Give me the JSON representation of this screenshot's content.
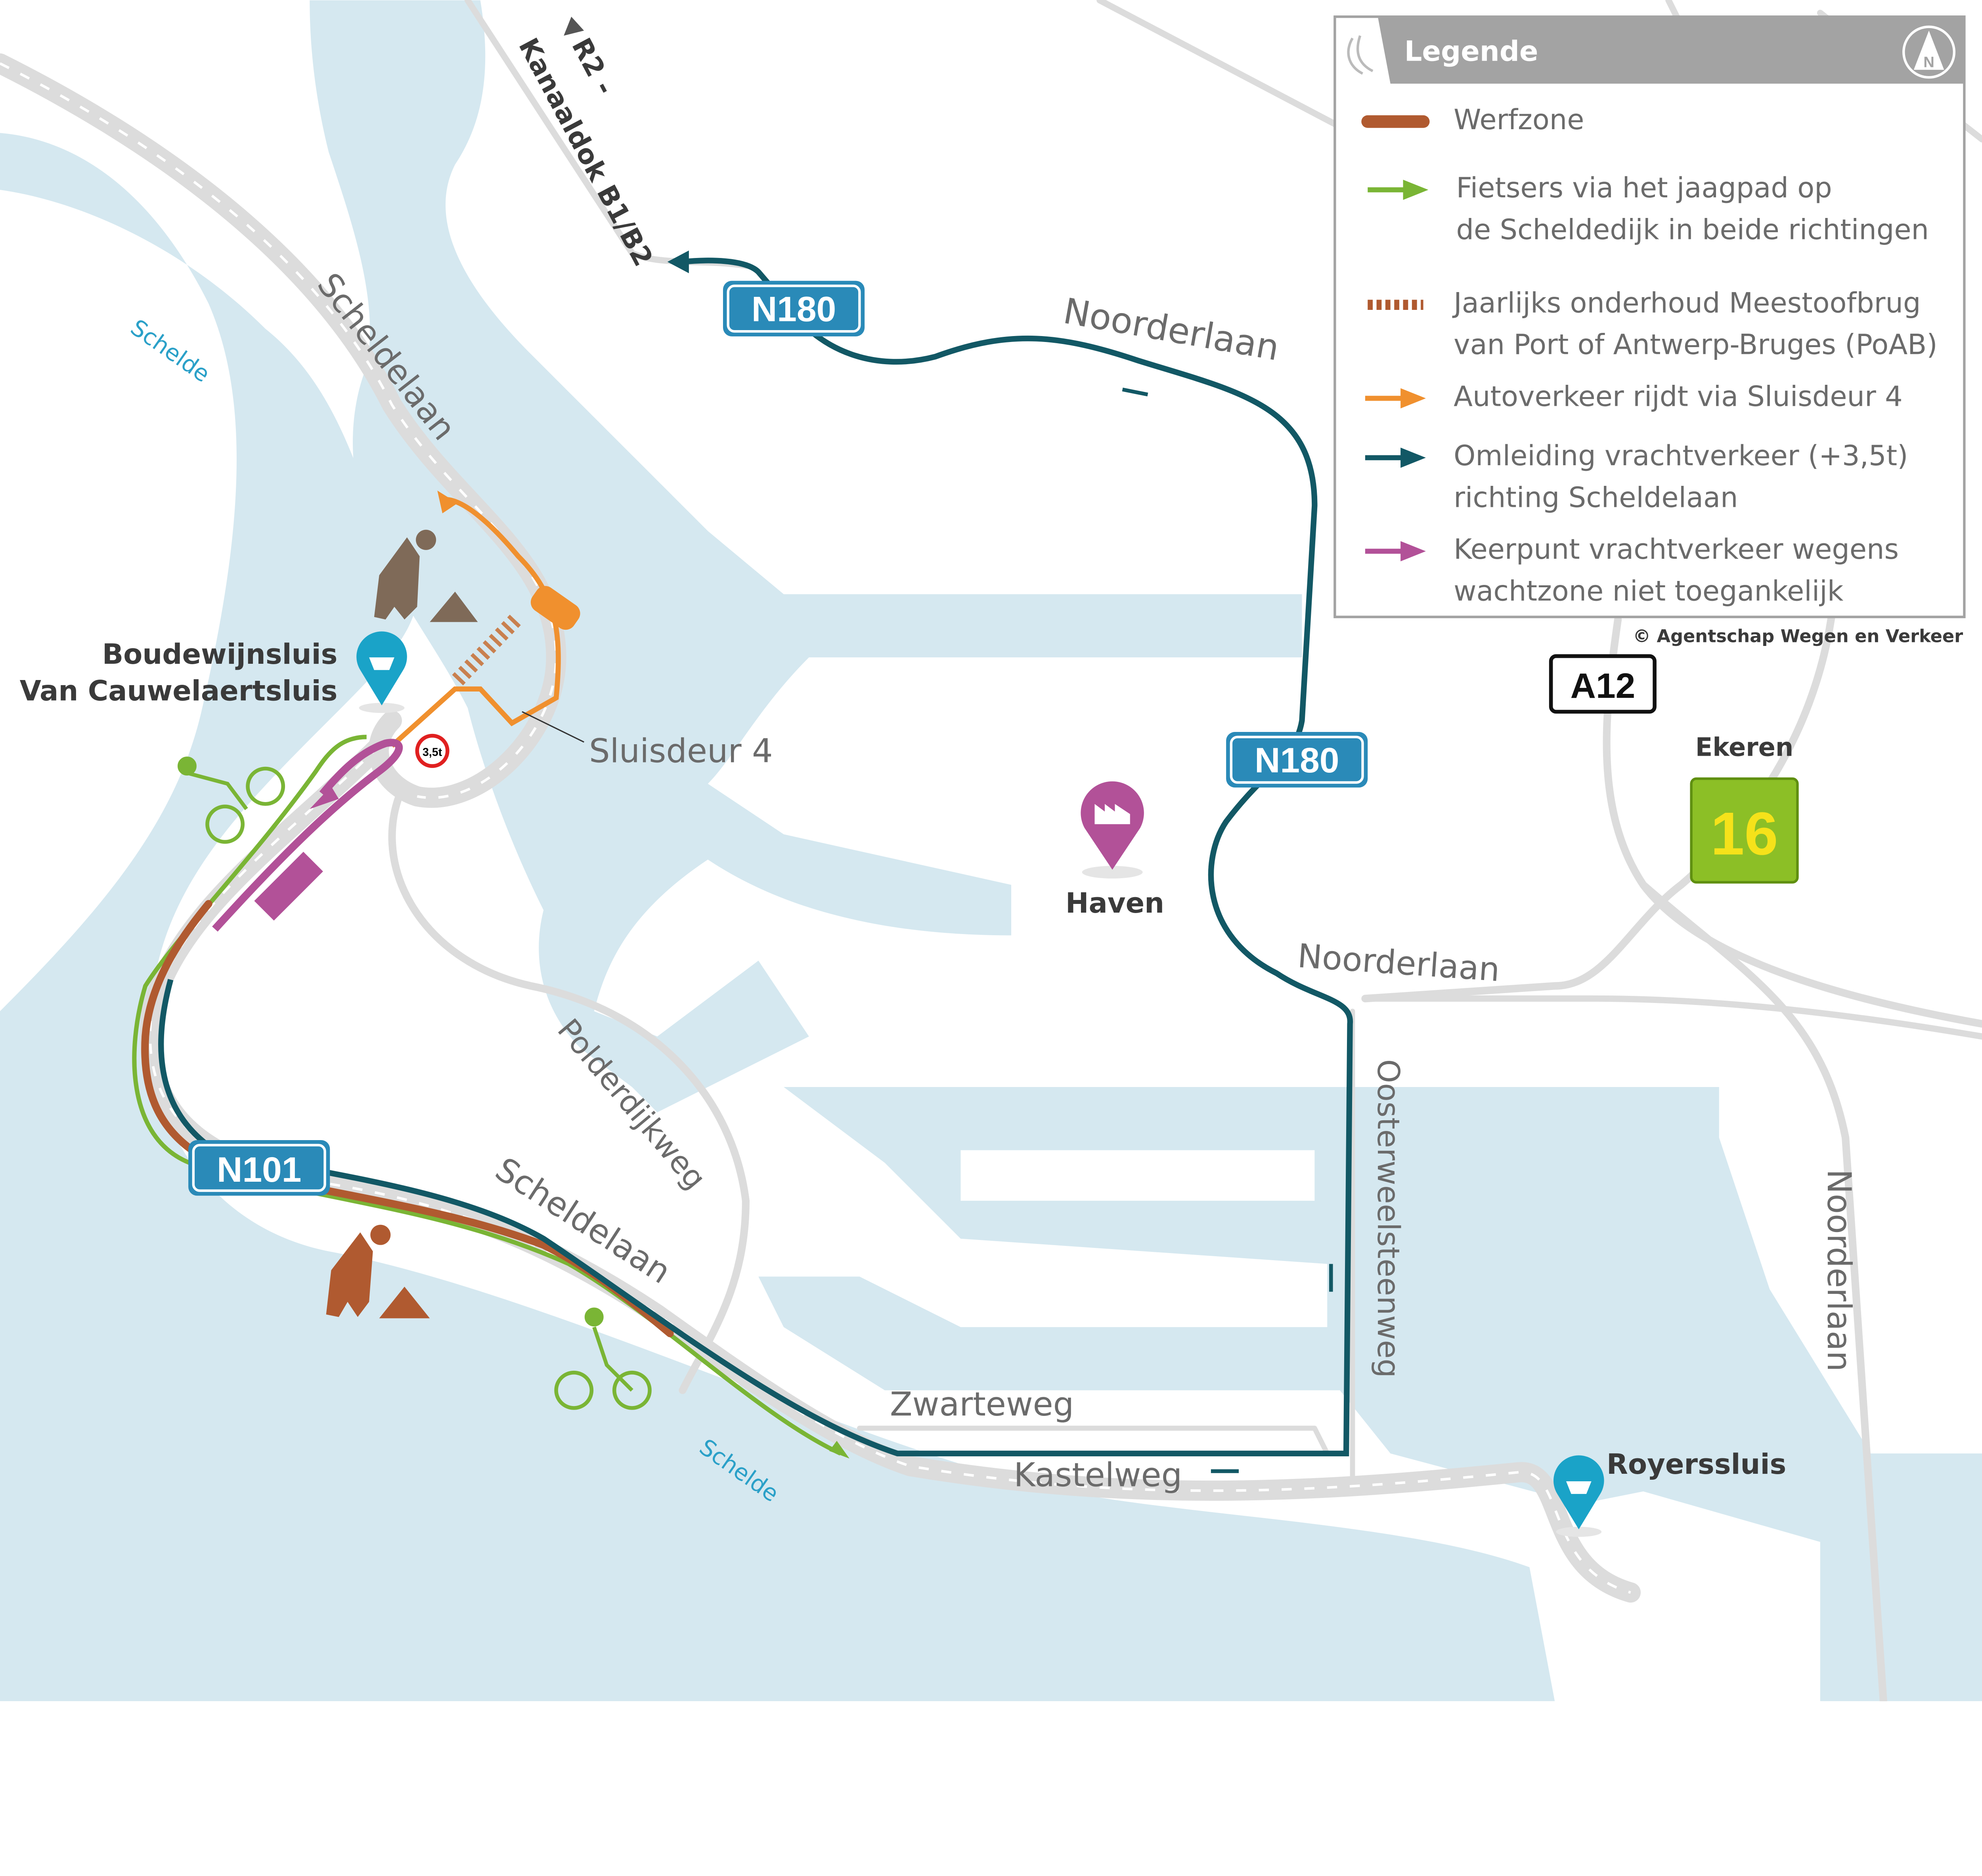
{
  "legend": {
    "title": "Legende",
    "items": [
      {
        "label_1": "Werfzone",
        "label_2": "",
        "symbol": "bar",
        "color": "#b05a30"
      },
      {
        "label_1": "Fietsers via het jaagpad op",
        "label_2": "de Scheldedijk in beide richtingen",
        "symbol": "arrow",
        "color": "#7ab535"
      },
      {
        "label_1": "Jaarlijks onderhoud Meestoofbrug",
        "label_2": "van Port of Antwerp-Bruges (PoAB)",
        "symbol": "hatched-bar",
        "color": "#b05a30"
      },
      {
        "label_1": "Autoverkeer rijdt via Sluisdeur 4",
        "label_2": "",
        "symbol": "arrow",
        "color": "#f0902e"
      },
      {
        "label_1": "Omleiding vrachtverkeer (+3,5t)",
        "label_2": "richting Scheldelaan",
        "symbol": "arrow",
        "color": "#125865"
      },
      {
        "label_1": "Keerpunt vrachtverkeer wegens",
        "label_2": "wachtzone niet toegankelijk",
        "symbol": "arrow",
        "color": "#b25198"
      }
    ],
    "copyright": "© Agentschap Wegen en Verkeer",
    "north_label": "N"
  },
  "labels": {
    "r2": "R2 -",
    "kanaaldok": "Kanaaldok B1/B2",
    "scheldelaan_top": "Scheldelaan",
    "schelde_top": "Schelde",
    "noorderlaan_top": "Noorderlaan",
    "noorderlaan_mid": "Noorderlaan",
    "noorderlaan_right": "Noorderlaan",
    "boudewijnsluis": "Boudewijnsluis",
    "van_cauwelaertsluis": "Van Cauwelaertsluis",
    "sluisdeur": "Sluisdeur 4",
    "haven": "Haven",
    "polderdijkweg": "Polderdijkweg",
    "scheldelaan_bottom": "Scheldelaan",
    "oosterweelsteenweg": "Oosterweelsteenweg",
    "zwarteweg": "Zwarteweg",
    "kastelweg": "Kastelweg",
    "schelde_bottom": "Schelde",
    "royerssluis": "Royerssluis",
    "ekeren": "Ekeren",
    "weight_sign": "3,5t"
  },
  "shields": {
    "n180_top": "N180",
    "n180_mid": "N180",
    "n101": "N101",
    "a12": "A12",
    "exit_16": "16"
  },
  "colors": {
    "water": "#d5e8f0",
    "road": "#dcdcdc",
    "werfzone": "#b05a30",
    "cyclists": "#7ab535",
    "cars": "#f0902e",
    "trucks": "#125865",
    "turnaround": "#b25198",
    "shield": "#2a8ab8",
    "lock_pin": "#1aa3c8",
    "exit_badge": "#8cbf26",
    "exit_text": "#f5e21a",
    "legend_header": "#a3a3a3"
  }
}
